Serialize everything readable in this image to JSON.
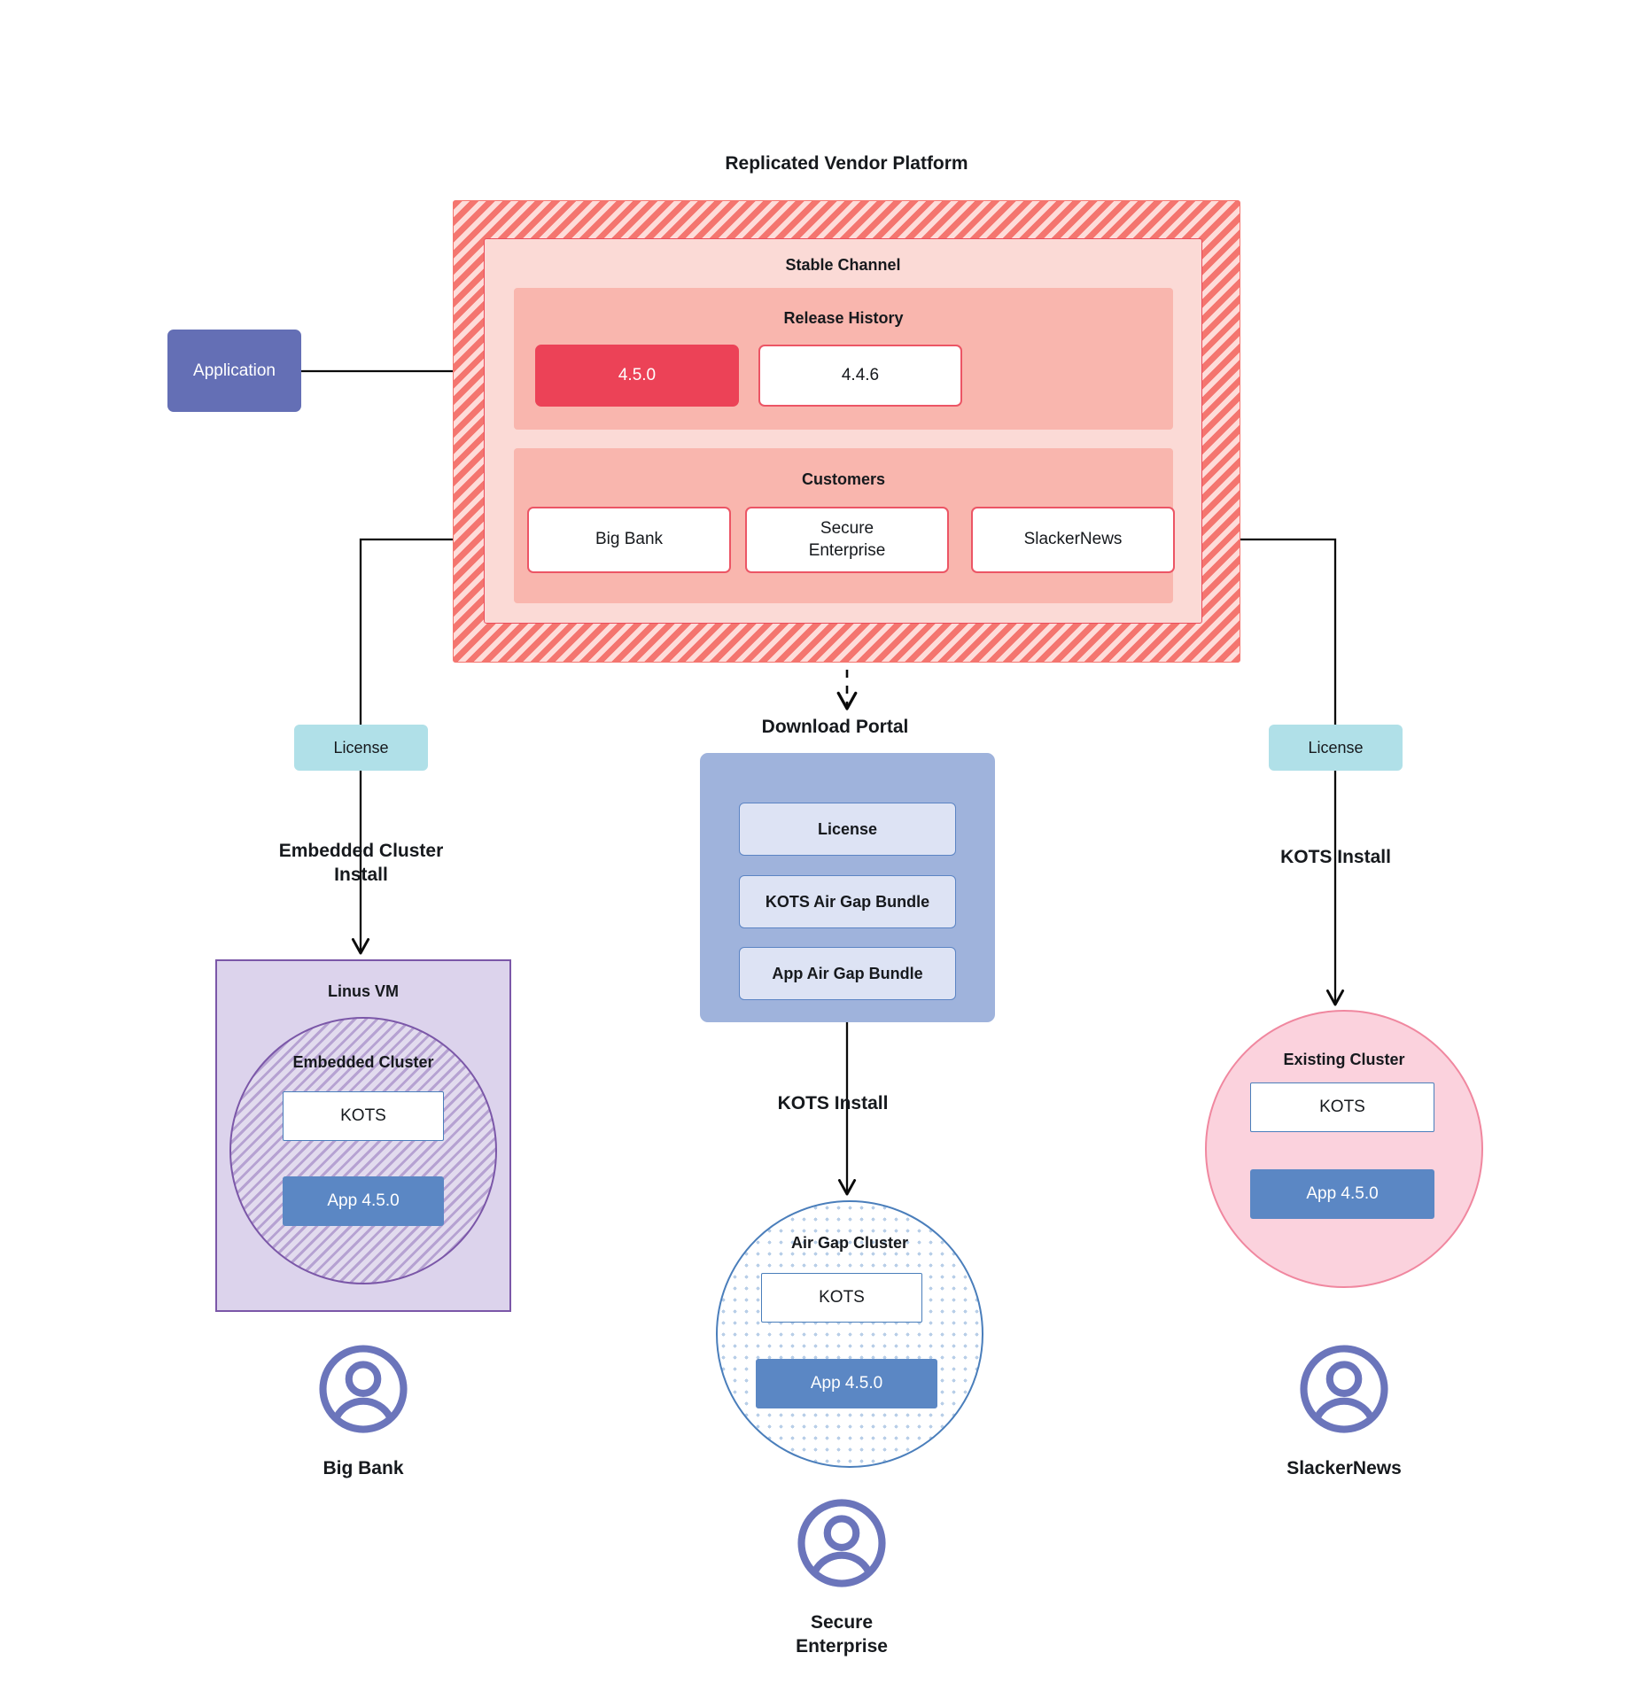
{
  "platform": {
    "title": "Replicated Vendor Platform",
    "channel": {
      "title": "Stable Channel",
      "release_history": {
        "title": "Release History",
        "releases": [
          {
            "version": "4.5.0",
            "state": "current"
          },
          {
            "version": "4.4.6",
            "state": "previous"
          }
        ]
      },
      "customers": {
        "title": "Customers",
        "items": [
          {
            "name": "Big Bank"
          },
          {
            "name": "Secure\nEnterprise"
          },
          {
            "name": "SlackerNews"
          }
        ]
      }
    }
  },
  "application": {
    "label": "Application"
  },
  "licenses": {
    "left_label": "License",
    "right_label": "License"
  },
  "flow_labels": {
    "embedded_cluster_install": "Embedded Cluster\nInstall",
    "kots_install_right": "KOTS Install",
    "kots_install_center": "KOTS Install"
  },
  "download_portal": {
    "title": "Download  Portal",
    "items": [
      {
        "label": "License"
      },
      {
        "label": "KOTS Air Gap Bundle"
      },
      {
        "label": "App Air Gap Bundle"
      }
    ]
  },
  "environments": {
    "linux_vm": {
      "title": "Linus VM",
      "embedded_cluster": {
        "title": "Embedded Cluster",
        "kots": "KOTS",
        "app": "App 4.5.0"
      }
    },
    "air_gap_cluster": {
      "title": "Air Gap Cluster",
      "kots": "KOTS",
      "app": "App 4.5.0"
    },
    "existing_cluster": {
      "title": "Existing Cluster",
      "kots": "KOTS",
      "app": "App 4.5.0"
    }
  },
  "personas": [
    {
      "name": "Big Bank",
      "icon": "user-avatar-icon"
    },
    {
      "name": "Secure\nEnterprise",
      "icon": "user-avatar-icon"
    },
    {
      "name": "SlackerNews",
      "icon": "user-avatar-icon"
    }
  ],
  "colors": {
    "platform_hatch": "#f4756f",
    "channel_bg": "#fbdad6",
    "section_bg": "#f9b6ae",
    "release_current": "#ec4257",
    "customer_border": "#ec5565",
    "application": "#646fb5",
    "license_chip": "#b0e0e8",
    "portal_bg": "#9fb3dc",
    "portal_item": "#dde3f4",
    "vm_bg": "#dcd3ec",
    "vm_border": "#7b57a8",
    "airgap_border": "#4a7ebb",
    "existing_bg": "#fbd2dd",
    "existing_border": "#f0879f",
    "app_box": "#5b87c4",
    "avatar": "#6b75bb"
  }
}
